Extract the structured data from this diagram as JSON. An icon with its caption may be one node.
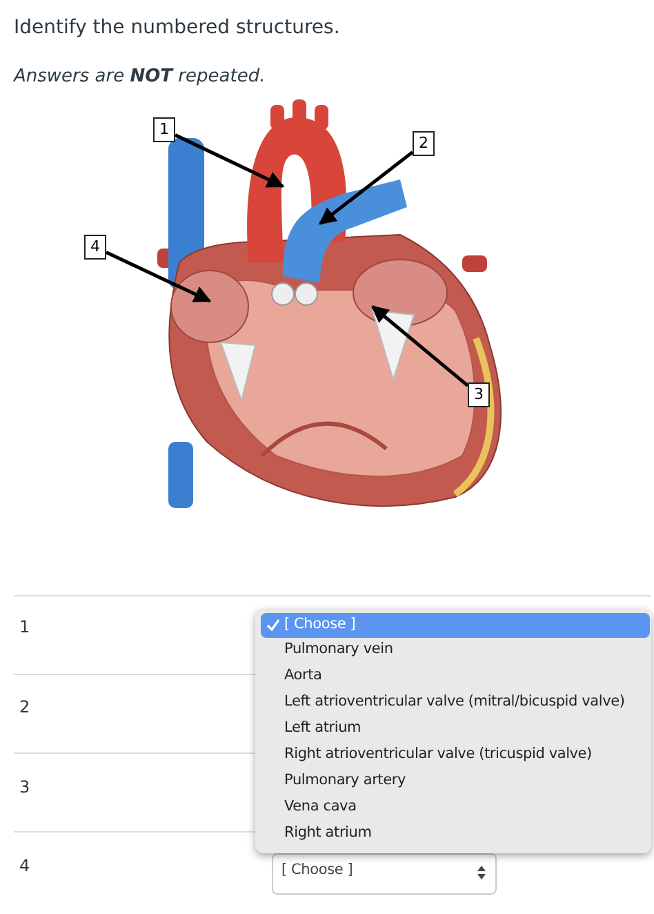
{
  "diagram": {
    "title": "Identify the numbered structures.",
    "nodes": [
      {
        "text": [
          "1"
        ]
      },
      {
        "text": [
          "2"
        ]
      },
      {
        "text": [
          "4"
        ]
      },
      {
        "text": [
          "3"
        ]
      }
    ],
    "edges": [
      {
        "from": 0,
        "to": null,
        "arrow": "to"
      },
      {
        "from": 1,
        "to": null,
        "arrow": "to"
      },
      {
        "from": 2,
        "to": null,
        "arrow": "to"
      },
      {
        "from": 3,
        "to": null,
        "arrow": "to"
      }
    ],
    "labels": [
      "Answers are **NOT** repeated.",
      "1",
      "[ Choose ]",
      "Pulmonary vein",
      "Aorta",
      "Left atrioventricular valve (mitral/bicuspid valve)",
      "2",
      "Left atrium",
      "Right atrioventricular valve (tricuspid valve)",
      "Pulmonary artery",
      "3",
      "Vena cava",
      "Right atrium",
      "4",
      "[ Choose ]"
    ]
  }
}
